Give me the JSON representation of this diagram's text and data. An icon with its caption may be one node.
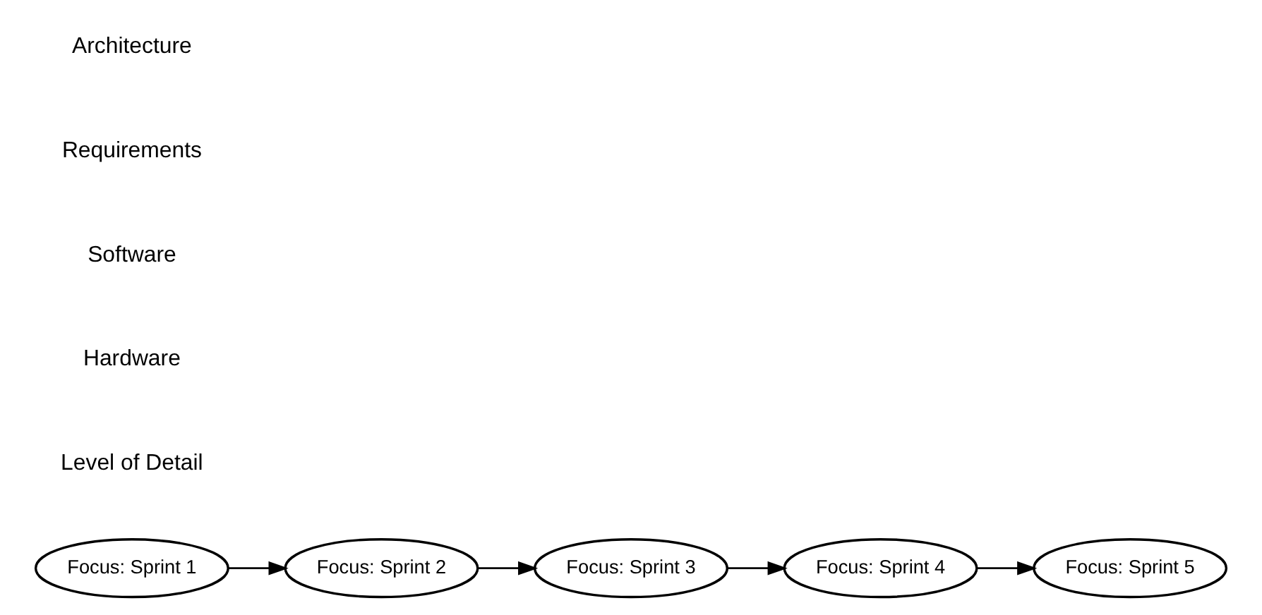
{
  "diagram": {
    "nodes": [
      {
        "text": [
          "Focus: Sprint 1"
        ]
      },
      {
        "text": [
          "Focus: Sprint 2"
        ]
      },
      {
        "text": [
          "Focus: Sprint 3"
        ]
      },
      {
        "text": [
          "Focus: Sprint 4"
        ]
      },
      {
        "text": [
          "Focus: Sprint 5"
        ]
      }
    ],
    "edges": [
      {
        "from": 0,
        "to": 1,
        "arrow": "to"
      },
      {
        "from": 1,
        "to": 2,
        "arrow": "to"
      },
      {
        "from": 2,
        "to": 3,
        "arrow": "to"
      },
      {
        "from": 3,
        "to": 4,
        "arrow": "to"
      }
    ],
    "labels": [
      "Level of Detail",
      "Hardware",
      "Software",
      "Requirements",
      "Architecture"
    ]
  }
}
